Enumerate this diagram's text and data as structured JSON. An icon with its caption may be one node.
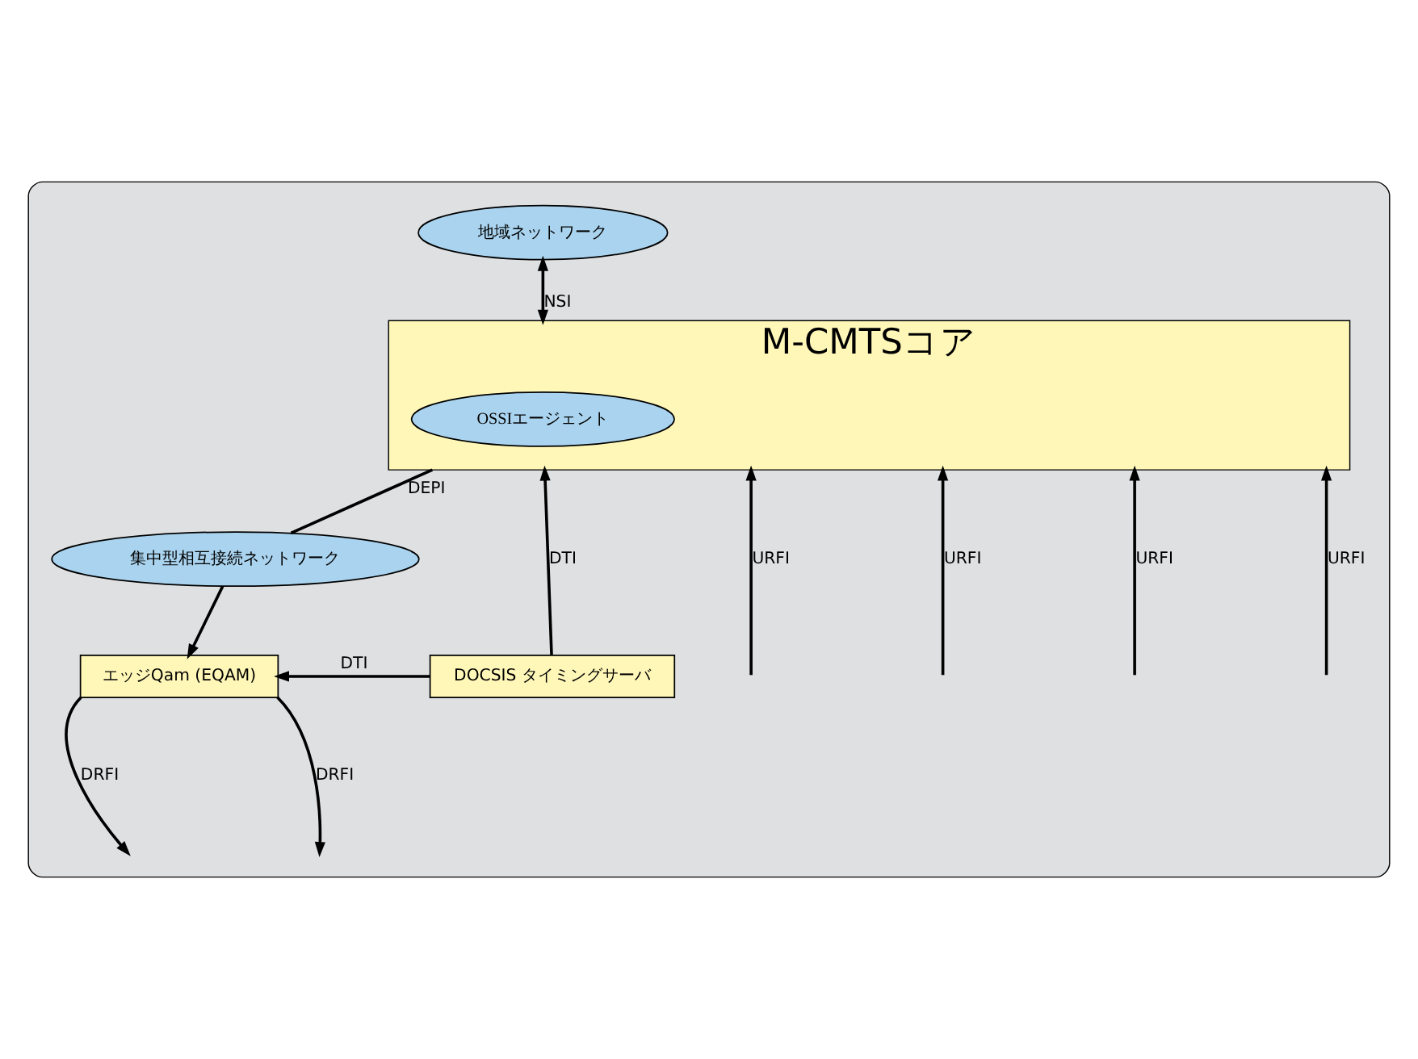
{
  "diagram": {
    "nodes": [
      {
        "text": [],
        "shape": "box"
      },
      {
        "text": [
          "地域ネットワーク"
        ],
        "in": 0
      },
      {
        "text": [
          "M-CMTSコア"
        ],
        "in": 0
      },
      {
        "text": [
          "OSSIエージェント"
        ],
        "in": 2
      },
      {
        "text": [
          "集中型相互接続ネットワーク"
        ],
        "in": 0
      },
      {
        "text": [
          "エッジQam (EQAM)"
        ],
        "in": 0
      },
      {
        "text": [
          "DOCSIS タイミングサーバ"
        ],
        "in": 0
      }
    ],
    "edges": [
      {
        "from": 1,
        "to": 2,
        "arrow": "both",
        "label": "NSI"
      },
      {
        "from": 2,
        "to": 4,
        "arrow": "none",
        "label": "DEPI"
      },
      {
        "from": 4,
        "to": 5,
        "arrow": "to"
      },
      {
        "from": 6,
        "to": 5,
        "arrow": "to",
        "label": "DTI"
      },
      {
        "from": 6,
        "to": 2,
        "arrow": "to",
        "label": "DTI"
      },
      {
        "from": 5,
        "to": null,
        "arrow": "to",
        "label": "DRFI"
      },
      {
        "from": 5,
        "to": null,
        "arrow": "to",
        "label": "DRFI"
      },
      {
        "from": null,
        "to": 2,
        "arrow": "to",
        "label": "URFI"
      },
      {
        "from": null,
        "to": 2,
        "arrow": "to",
        "label": "URFI"
      },
      {
        "from": null,
        "to": 2,
        "arrow": "to",
        "label": "URFI"
      },
      {
        "from": null,
        "to": 2,
        "arrow": "to",
        "label": "URFI"
      }
    ]
  }
}
